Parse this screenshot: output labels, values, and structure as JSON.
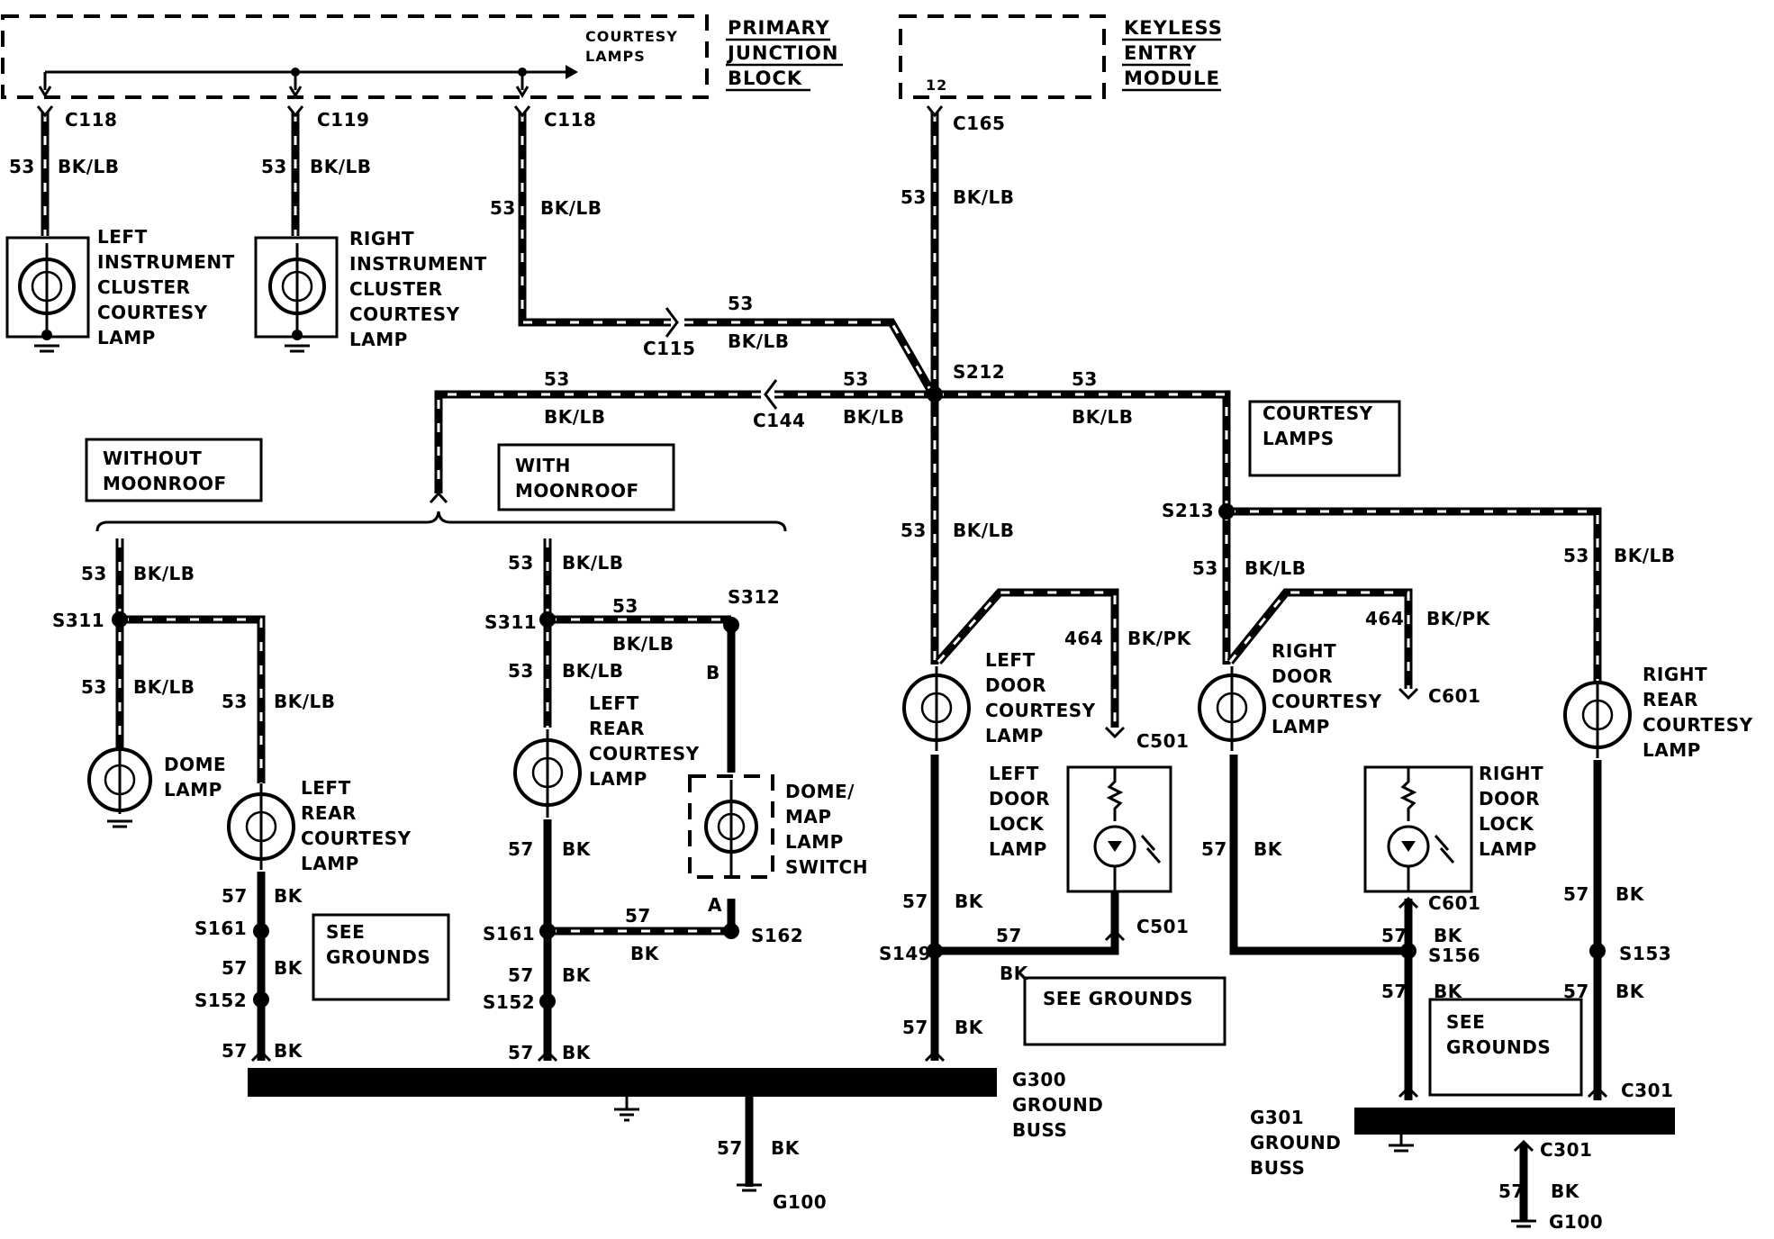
{
  "modules": {
    "primary_junction_block": [
      "PRIMARY",
      "JUNCTION",
      "BLOCK"
    ],
    "primary_inner": [
      "COURTESY",
      "LAMPS"
    ],
    "keyless_entry_module": [
      "KEYLESS",
      "ENTRY",
      "MODULE"
    ],
    "keyless_pin": "12"
  },
  "connectors": {
    "c118a": "C118",
    "c119": "C119",
    "c118b": "C118",
    "c165": "C165",
    "c115": "C115",
    "c144": "C144",
    "c501a": "C501",
    "c501b": "C501",
    "c601a": "C601",
    "c601b": "C601",
    "c301a": "C301",
    "c301b": "C301"
  },
  "splices": {
    "s212": "S212",
    "s213": "S213",
    "s311a": "S311",
    "s311b": "S311",
    "s312": "S312",
    "s161a": "S161",
    "s161b": "S161",
    "s162": "S162",
    "s152a": "S152",
    "s152b": "S152",
    "s149": "S149",
    "s156": "S156",
    "s153": "S153"
  },
  "wire": {
    "c53": "53",
    "c57": "57",
    "c464": "464",
    "bklb": "BK/LB",
    "bk": "BK",
    "bkpk": "BK/PK",
    "pin_a": "A",
    "pin_b": "B"
  },
  "components": {
    "left_ic_lamp": [
      "LEFT",
      "INSTRUMENT",
      "CLUSTER",
      "COURTESY",
      "LAMP"
    ],
    "right_ic_lamp": [
      "RIGHT",
      "INSTRUMENT",
      "CLUSTER",
      "COURTESY",
      "LAMP"
    ],
    "dome_lamp": [
      "DOME",
      "LAMP"
    ],
    "left_rear_lamp_a": [
      "LEFT",
      "REAR",
      "COURTESY",
      "LAMP"
    ],
    "left_rear_lamp_b": [
      "LEFT",
      "REAR",
      "COURTESY",
      "LAMP"
    ],
    "dome_map_switch": [
      "DOME/",
      "MAP",
      "LAMP",
      "SWITCH"
    ],
    "left_door_lamp": [
      "LEFT",
      "DOOR",
      "COURTESY",
      "LAMP"
    ],
    "left_door_lock_lamp": [
      "LEFT",
      "DOOR",
      "LOCK",
      "LAMP"
    ],
    "right_door_lamp": [
      "RIGHT",
      "DOOR",
      "COURTESY",
      "LAMP"
    ],
    "right_door_lock_lamp": [
      "RIGHT",
      "DOOR",
      "LOCK",
      "LAMP"
    ],
    "right_rear_lamp": [
      "RIGHT",
      "REAR",
      "COURTESY",
      "LAMP"
    ]
  },
  "notes": {
    "without_moonroof": [
      "WITHOUT",
      "MOONROOF"
    ],
    "with_moonroof": [
      "WITH",
      "MOONROOF"
    ],
    "courtesy_lamps": [
      "COURTESY",
      "LAMPS"
    ],
    "see_grounds_a": [
      "SEE",
      "GROUNDS"
    ],
    "see_grounds_b": "SEE GROUNDS",
    "see_grounds_c": [
      "SEE",
      "GROUNDS"
    ]
  },
  "grounds": {
    "g300": [
      "G300",
      "GROUND",
      "BUSS"
    ],
    "g301": [
      "G301",
      "GROUND",
      "BUSS"
    ],
    "g100a": "G100",
    "g100b": "G100"
  }
}
